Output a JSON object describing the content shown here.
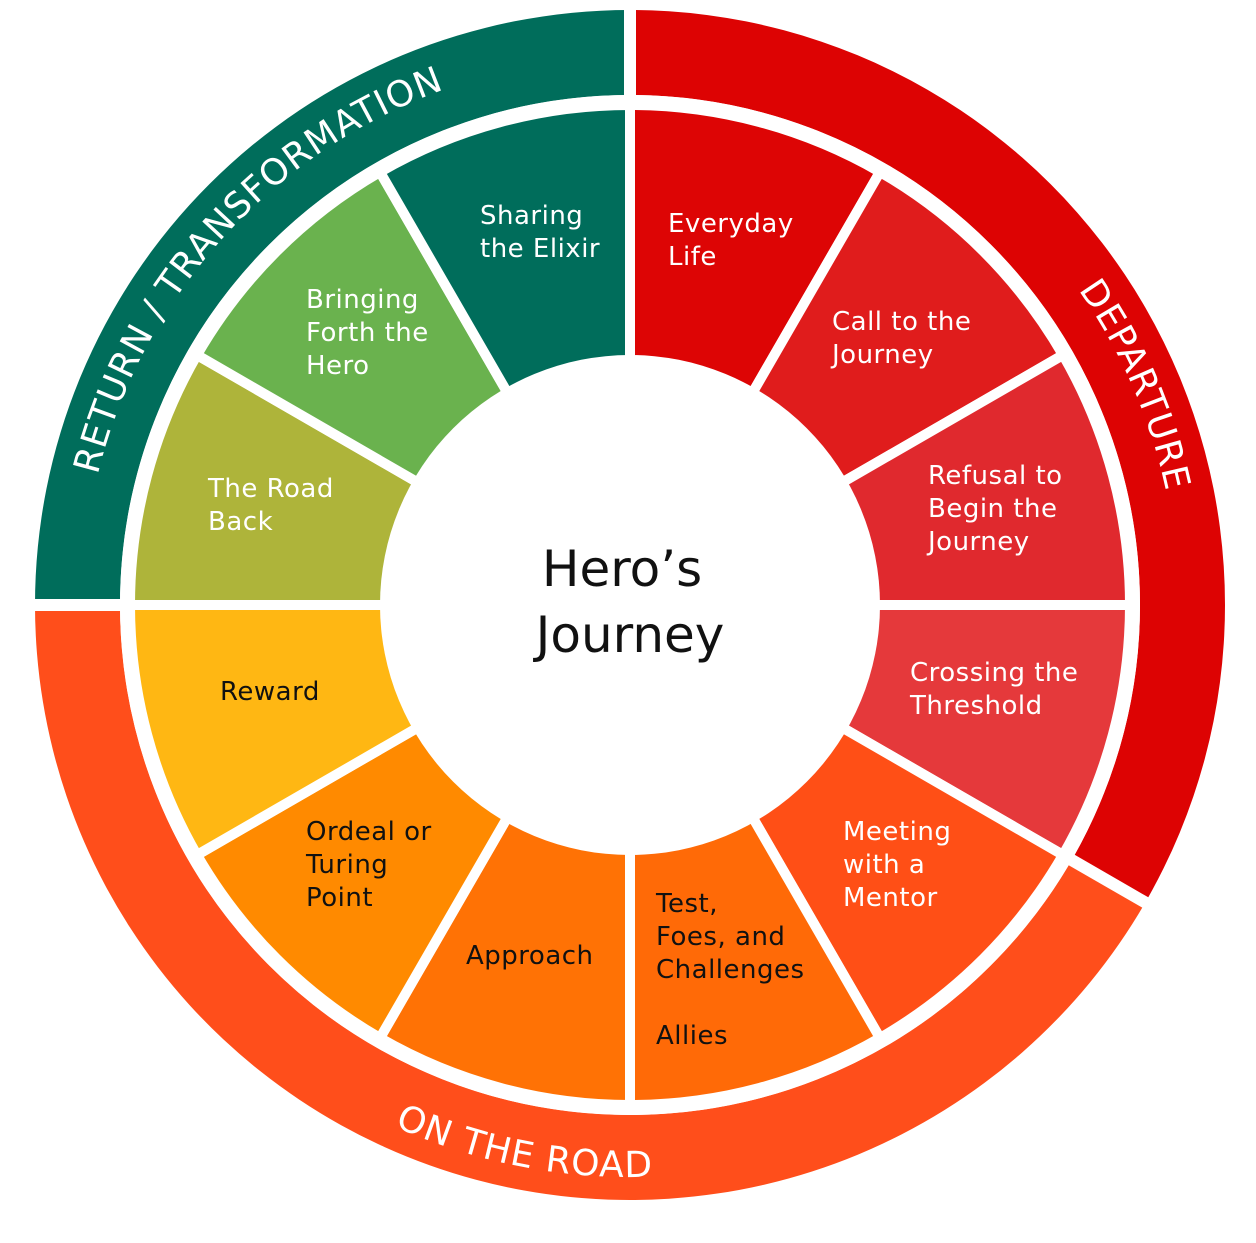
{
  "center_title": [
    "Hero’s",
    "Journey"
  ],
  "phases": [
    {
      "label": "DEPARTURE",
      "color": "#DD0303"
    },
    {
      "label": "ON THE ROAD",
      "color": "#FF4E1B"
    },
    {
      "label": "RETURN / TRANSFORMATION",
      "color": "#006D5B"
    }
  ],
  "stages": [
    {
      "lines": [
        "Everyday",
        "Life"
      ],
      "color": "#DD0505",
      "text_color": "#ffffff"
    },
    {
      "lines": [
        "Call to the",
        "Journey"
      ],
      "color": "#E01C1C",
      "text_color": "#ffffff"
    },
    {
      "lines": [
        "Refusal to",
        "Begin the",
        "Journey"
      ],
      "color": "#E0292E",
      "text_color": "#ffffff"
    },
    {
      "lines": [
        "Crossing the",
        "Threshold"
      ],
      "color": "#E5393B",
      "text_color": "#ffffff"
    },
    {
      "lines": [
        "Meeting",
        "with a",
        "Mentor"
      ],
      "color": "#FF4F16",
      "text_color": "#ffffff"
    },
    {
      "lines": [
        "Test,",
        "Foes, and",
        "Challenges",
        "",
        "Allies"
      ],
      "color": "#FF6A07",
      "text_color": "#111111"
    },
    {
      "lines": [
        "Approach"
      ],
      "color": "#FF7205",
      "text_color": "#111111"
    },
    {
      "lines": [
        "Ordeal or",
        "Turing",
        "Point"
      ],
      "color": "#FF8A00",
      "text_color": "#111111"
    },
    {
      "lines": [
        "Reward"
      ],
      "color": "#FFB713",
      "text_color": "#111111"
    },
    {
      "lines": [
        "The Road",
        "Back"
      ],
      "color": "#AEB43A",
      "text_color": "#ffffff"
    },
    {
      "lines": [
        "Bringing",
        "Forth the",
        "Hero"
      ],
      "color": "#6AB24E",
      "text_color": "#ffffff"
    },
    {
      "lines": [
        "Sharing",
        "the Elixir"
      ],
      "color": "#006D5B",
      "text_color": "#ffffff"
    }
  ]
}
